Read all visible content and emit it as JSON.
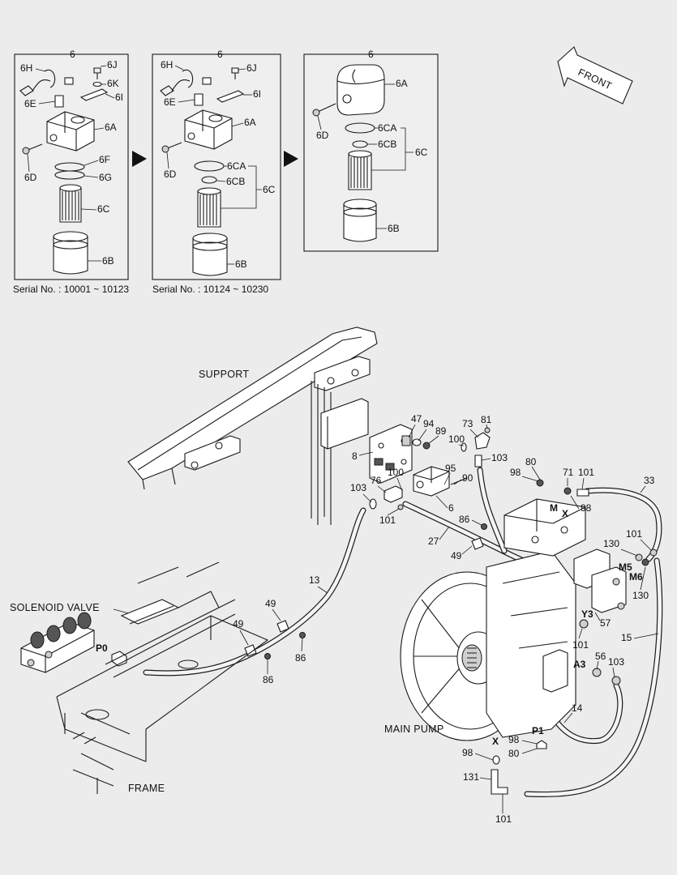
{
  "inset_panels": [
    {
      "group_label": "6",
      "serial": "Serial No. : 10001 ~ 10123",
      "labels": {
        "h": "6H",
        "j": "6J",
        "k": "6K",
        "i": "6I",
        "e": "6E",
        "a": "6A",
        "f": "6F",
        "d": "6D",
        "g": "6G",
        "c": "6C",
        "b": "6B"
      }
    },
    {
      "group_label": "6",
      "serial": "Serial No. : 10124 ~ 10230",
      "labels": {
        "h": "6H",
        "j": "6J",
        "i": "6I",
        "e": "6E",
        "a": "6A",
        "ca": "6CA",
        "d": "6D",
        "cb": "6CB",
        "c": "6C",
        "b": "6B"
      }
    },
    {
      "group_label": "6",
      "labels": {
        "a": "6A",
        "d": "6D",
        "ca": "6CA",
        "cb": "6CB",
        "c": "6C",
        "b": "6B"
      }
    }
  ],
  "front_label": "FRONT",
  "component_names": {
    "support": "SUPPORT",
    "solenoid_valve": "SOLENOID VALVE",
    "frame": "FRAME",
    "main_pump": "MAIN PUMP"
  },
  "port_labels": {
    "p0": "P0",
    "m": "M",
    "x_top": "X",
    "m5": "M5",
    "m6": "M6",
    "y3": "Y3",
    "a3": "A3",
    "p1": "P1",
    "x_bottom": "X"
  },
  "callouts": {
    "c8": "8",
    "c47": "47",
    "c94": "94",
    "c89": "89",
    "c73": "73",
    "c81": "81",
    "c100a": "100",
    "c103a": "103",
    "c95": "95",
    "c90": "90",
    "c100b": "100",
    "c76": "76",
    "c103b": "103",
    "c101a": "101",
    "c6": "6",
    "c27": "27",
    "c86a": "86",
    "c49a": "49",
    "c98a": "98",
    "c80a": "80",
    "c71": "71",
    "c101b": "101",
    "c98b": "98",
    "c33": "33",
    "c130a": "130",
    "c101c": "101",
    "c130b": "130",
    "c57": "57",
    "c101d": "101",
    "c56": "56",
    "c103c": "103",
    "c15": "15",
    "c14": "14",
    "c13": "13",
    "c49b": "49",
    "c49c": "49",
    "c86b": "86",
    "c86c": "86",
    "c98c": "98",
    "c80b": "80",
    "c98d": "98",
    "c131": "131",
    "c101e": "101"
  }
}
